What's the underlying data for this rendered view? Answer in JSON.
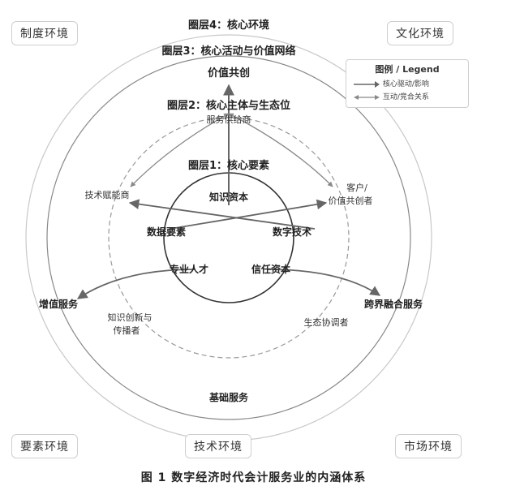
{
  "corners": {
    "top_left": "制度环境",
    "top_right": "文化环境",
    "bottom_left": "要素环境",
    "bottom_center": "技术环境",
    "bottom_right": "市场环境"
  },
  "layers": {
    "layer4": "圈层4：核心环境",
    "layer3": "圈层3：核心活动与价值网络",
    "layer2": "圈层2：核心主体与生态位",
    "layer1": "圈层1：核心要素"
  },
  "core_elements": {
    "knowledge": "知识资本",
    "data": "数据要素",
    "digital": "数字技术",
    "talent": "专业人才",
    "trust": "信任资本"
  },
  "subjects": {
    "supplier": "服务供给商",
    "tech_enabler": "技术赋能商",
    "customer_line1": "客户/",
    "customer_line2": "价值共创者",
    "knowledge_innov_line1": "知识创新与",
    "knowledge_innov_line2": "传播者",
    "eco_coordinator": "生态协调者"
  },
  "activities": {
    "value_cocreation": "价值共创",
    "value_added": "增值服务",
    "cross_border": "跨界融合服务",
    "basic": "基础服务"
  },
  "legend": {
    "title": "图例 / Legend",
    "drive": "核心驱动/影响",
    "interact": "互动/竞合关系"
  },
  "caption": "图 1   数字经济时代会计服务业的内涵体系"
}
